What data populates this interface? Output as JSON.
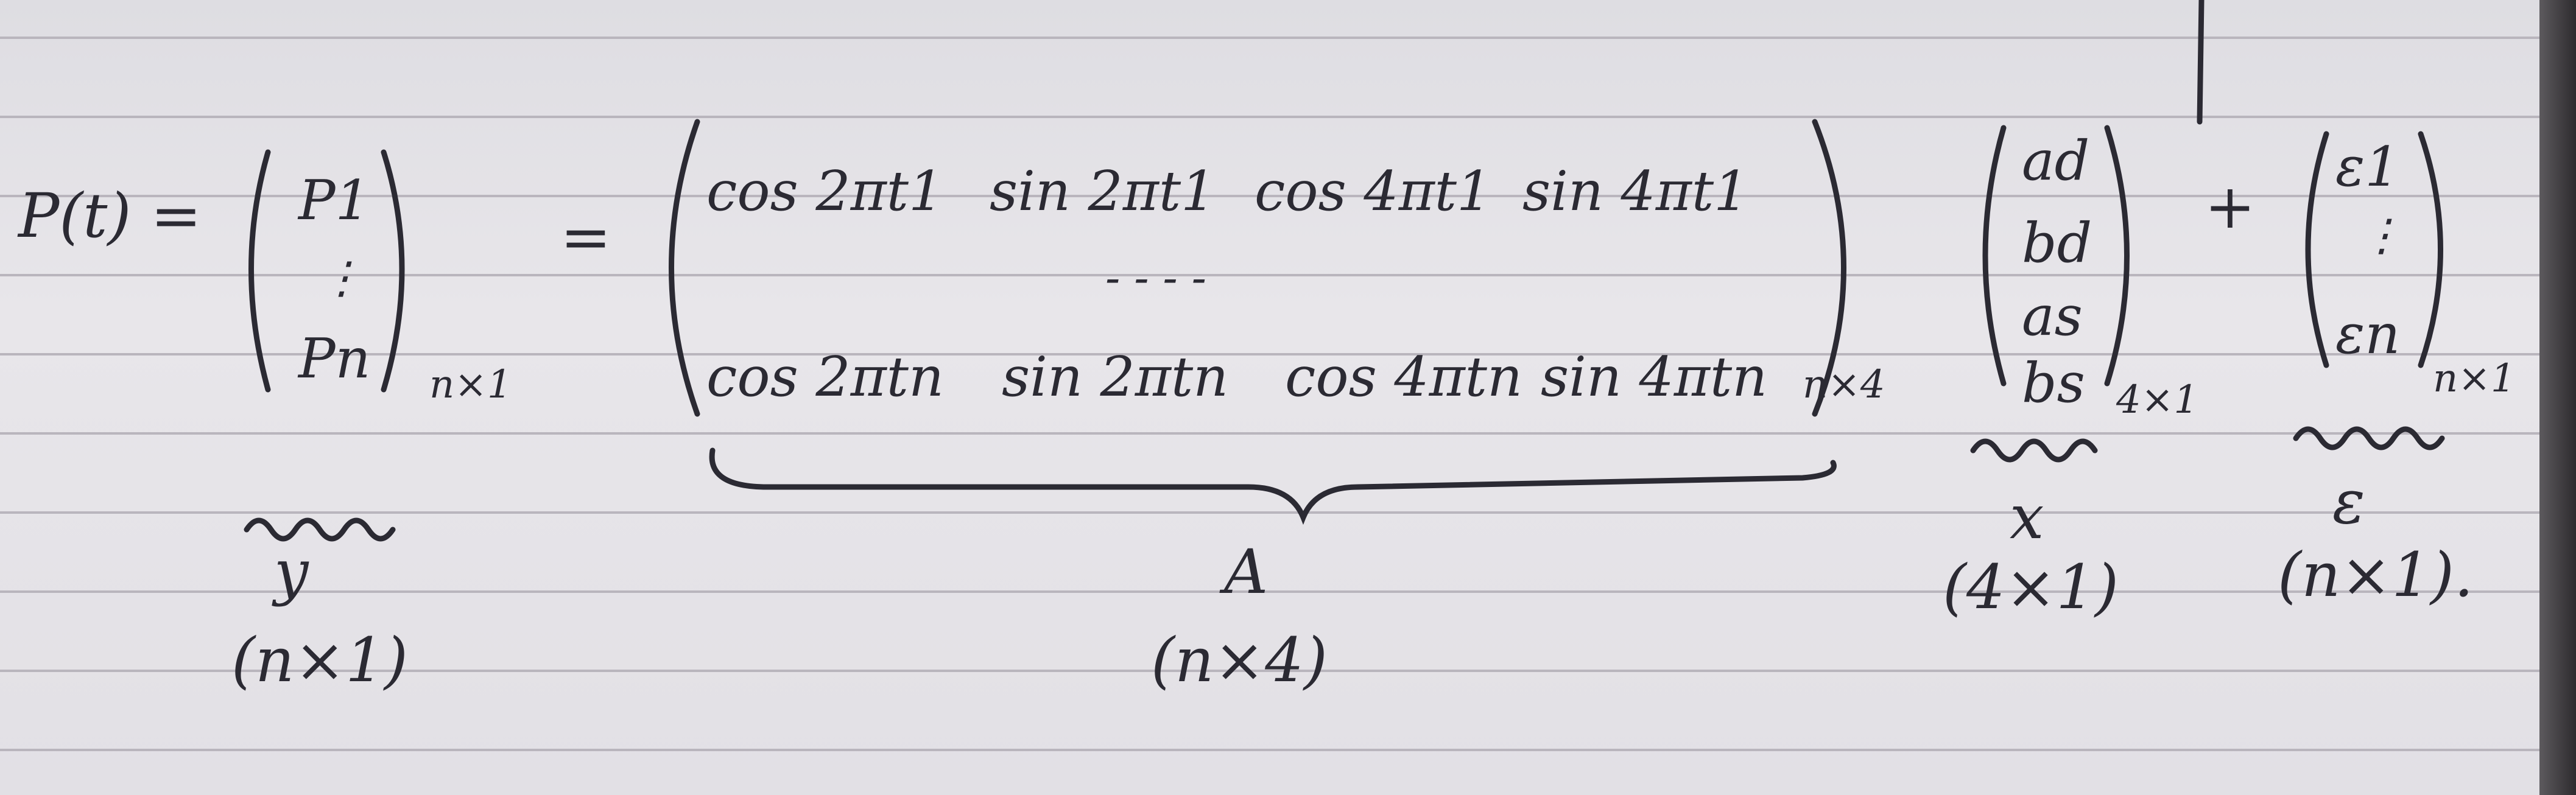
{
  "equation": {
    "lhs": "P(t) =",
    "eq2": "=",
    "plus": "+",
    "vector_p": [
      "P1",
      "⋮",
      "Pn"
    ],
    "dim_p": "n×1",
    "matrix_rows": [
      [
        "cos 2πt1",
        "sin 2πt1",
        "cos 4πt1",
        "sin 4πt1"
      ],
      [
        "- - - -"
      ],
      [
        "cos 2πtn",
        "sin 2πtn",
        "cos 4πtn",
        "sin 4πtn"
      ]
    ],
    "dim_a": "n×4",
    "vector_x": [
      "ad",
      "bd",
      "as",
      "bs"
    ],
    "dim_x": "4×1",
    "vector_e": [
      "ε1",
      "⋮",
      "εn"
    ],
    "dim_e": "n×1"
  },
  "labels": {
    "y_name": "y",
    "y_dim": "(n×1)",
    "a_name": "A",
    "a_dim": "(n×4)",
    "x_name": "x",
    "x_dim": "(4×1)",
    "e_name": "ε",
    "e_dim": "(n×1)."
  }
}
